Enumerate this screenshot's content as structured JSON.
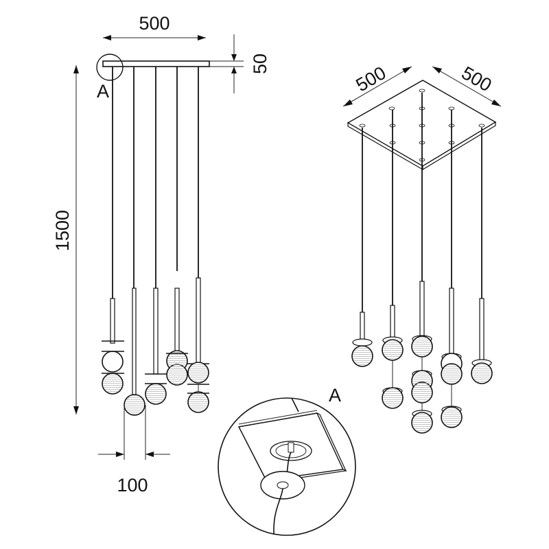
{
  "dimensions": {
    "front_width": "500",
    "canopy_height": "50",
    "total_height": "1500",
    "globe_diameter": "100",
    "iso_width_left": "500",
    "iso_width_right": "500"
  },
  "detail_label_front": "A",
  "detail_label_zoom": "A"
}
